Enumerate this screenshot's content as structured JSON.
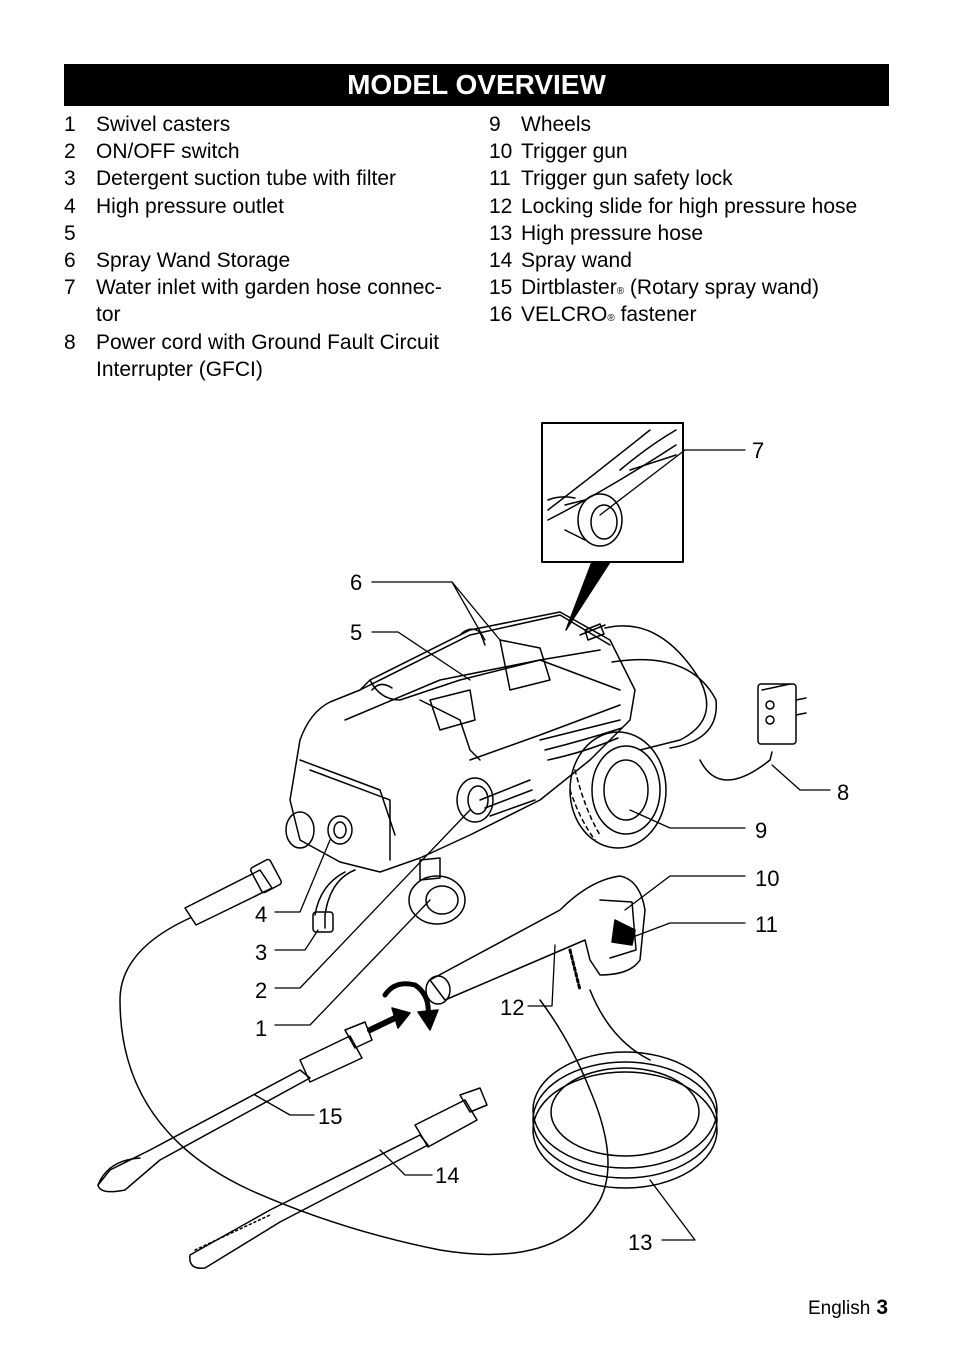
{
  "title": "MODEL OVERVIEW",
  "items_left": [
    {
      "num": "1",
      "text": "Swivel casters"
    },
    {
      "num": "2",
      "text": "ON/OFF switch"
    },
    {
      "num": "3",
      "text": "Detergent suction tube with filter"
    },
    {
      "num": "4",
      "text": "High pressure outlet"
    },
    {
      "num": "5",
      "text": ""
    },
    {
      "num": "6",
      "text": "Spray Wand Storage"
    },
    {
      "num": "7",
      "text": "Water inlet with garden hose connec-",
      "text2": "tor"
    },
    {
      "num": "8",
      "text": "Power cord with Ground Fault Circuit",
      "text2": "Interrupter (GFCI)"
    }
  ],
  "items_right": [
    {
      "num": "9",
      "text": "Wheels"
    },
    {
      "num": "10",
      "text": "Trigger gun"
    },
    {
      "num": "11",
      "text": "Trigger gun safety lock"
    },
    {
      "num": "12",
      "text": "Locking slide for high pressure hose"
    },
    {
      "num": "13",
      "text": "High pressure hose"
    },
    {
      "num": "14",
      "text": "Spray wand"
    },
    {
      "num": "15",
      "text": "Dirtblaster",
      "reg": "®",
      "text_after": " (Rotary spray wand)"
    },
    {
      "num": "16",
      "text": "VELCRO",
      "reg": "®",
      "text_after": " fastener"
    }
  ],
  "diagram": {
    "callouts": {
      "c1": "1",
      "c2": "2",
      "c3": "3",
      "c4": "4",
      "c5": "5",
      "c6": "6",
      "c7": "7",
      "c8": "8",
      "c9": "9",
      "c10": "10",
      "c11": "11",
      "c12": "12",
      "c13": "13",
      "c14": "14",
      "c15": "15"
    }
  },
  "footer": {
    "language": "English",
    "page": "3"
  }
}
